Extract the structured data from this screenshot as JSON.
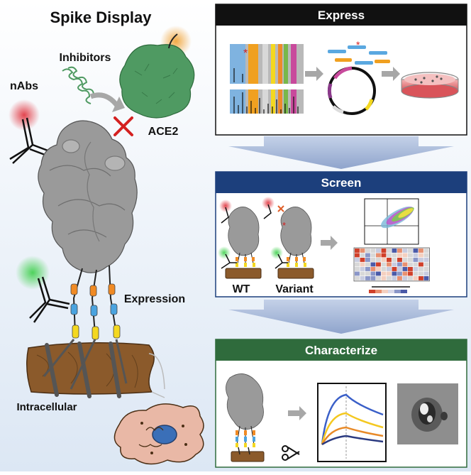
{
  "left_panel": {
    "title": "Spike Display",
    "labels": {
      "inhibitors": "Inhibitors",
      "nabs": "nAbs",
      "ace2": "ACE2",
      "expression": "Expression",
      "intracellular": "Intracellular"
    }
  },
  "steps": [
    {
      "title": "Express",
      "header_color": "#111111"
    },
    {
      "title": "Screen",
      "header_color": "#1c3f7c",
      "labels": {
        "wt": "WT",
        "variant": "Variant"
      }
    },
    {
      "title": "Characterize",
      "header_color": "#2f6b3c"
    }
  ],
  "colors": {
    "spike": "#9a9a9a",
    "ace2": "#4f9a62",
    "membrane": "#8b5a2b",
    "cell": "#e9b8a6",
    "inhibit_x": "#d42020",
    "arrow": "#aab9d6"
  }
}
